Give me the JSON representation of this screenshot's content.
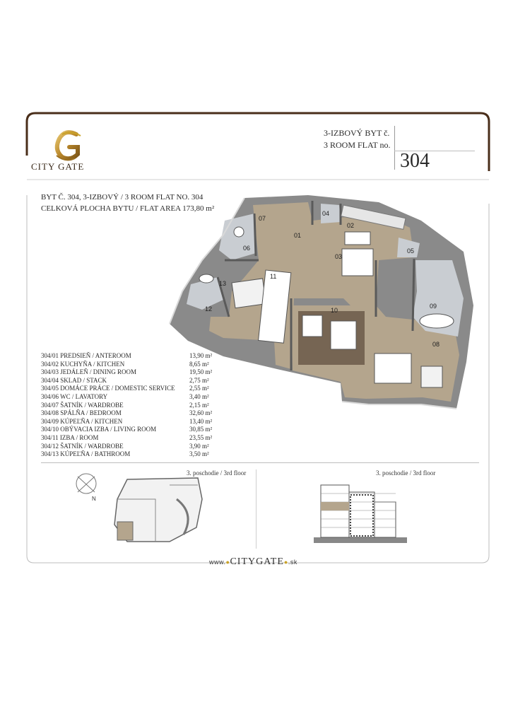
{
  "brand": {
    "name": "CITY GATE",
    "logo_letter": "G"
  },
  "header": {
    "type_sk": "3-IZBOVÝ BYT č.",
    "type_en": "3 ROOM FLAT no.",
    "flat_number": "304"
  },
  "flat_info": {
    "line1": "BYT Č. 304, 3-IZBOVÝ / 3 ROOM FLAT NO. 304",
    "line2": "CELKOVÁ PLOCHA BYTU / FLAT AREA 173,80 m²"
  },
  "rooms": [
    {
      "code": "304/01",
      "name": "PREDSIEŇ / ANTEROOM",
      "area": "13,90 m²"
    },
    {
      "code": "304/02",
      "name": "KUCHYŇA / KITCHEN",
      "area": "8,65 m²"
    },
    {
      "code": "304/03",
      "name": "JEDÁLEŇ / DINING ROOM",
      "area": "19,50 m²"
    },
    {
      "code": "304/04",
      "name": "SKLAD / STACK",
      "area": "2,75 m²"
    },
    {
      "code": "304/05",
      "name": "DOMÁCE PRÁCE / DOMESTIC SERVICE",
      "area": "2,55 m²"
    },
    {
      "code": "304/06",
      "name": "WC / LAVATORY",
      "area": "3,40 m²"
    },
    {
      "code": "304/07",
      "name": "ŠATNÍK / WARDROBE",
      "area": "2,15 m²"
    },
    {
      "code": "304/08",
      "name": "SPÁLŇA / BEDROOM",
      "area": "32,60 m²"
    },
    {
      "code": "304/09",
      "name": "KÚPEĽŇA / KITCHEN",
      "area": "13,40 m²"
    },
    {
      "code": "304/10",
      "name": "OBÝVACIA IZBA / LIVING ROOM",
      "area": "30,85 m²"
    },
    {
      "code": "304/11",
      "name": "IZBA / ROOM",
      "area": "23,55 m²"
    },
    {
      "code": "304/12",
      "name": "ŠATNÍK / WARDROBE",
      "area": "3,90 m²"
    },
    {
      "code": "304/13",
      "name": "KÚPEĽŇA / BATHROOM",
      "area": "3,50 m²"
    }
  ],
  "plan_labels": {
    "r01": "01",
    "r02": "02",
    "r03": "03",
    "r04": "04",
    "r05": "05",
    "r06": "06",
    "r07": "07",
    "r08": "08",
    "r09": "09",
    "r10": "10",
    "r11": "11",
    "r12": "12",
    "r13": "13"
  },
  "floor_plan_label": "3. poschodie / 3rd floor",
  "section_label": "3. poschodie / 3rd floor",
  "compass_letter": "N",
  "footer": {
    "prefix": "www.",
    "name": "CITYGATE",
    "suffix": ".sk"
  },
  "colors": {
    "accent": "#5a3a22",
    "floor": "#b4a58d",
    "tiles": "#c9cdd2",
    "walls": "#6e6e6e",
    "gold": "#c9a227"
  }
}
